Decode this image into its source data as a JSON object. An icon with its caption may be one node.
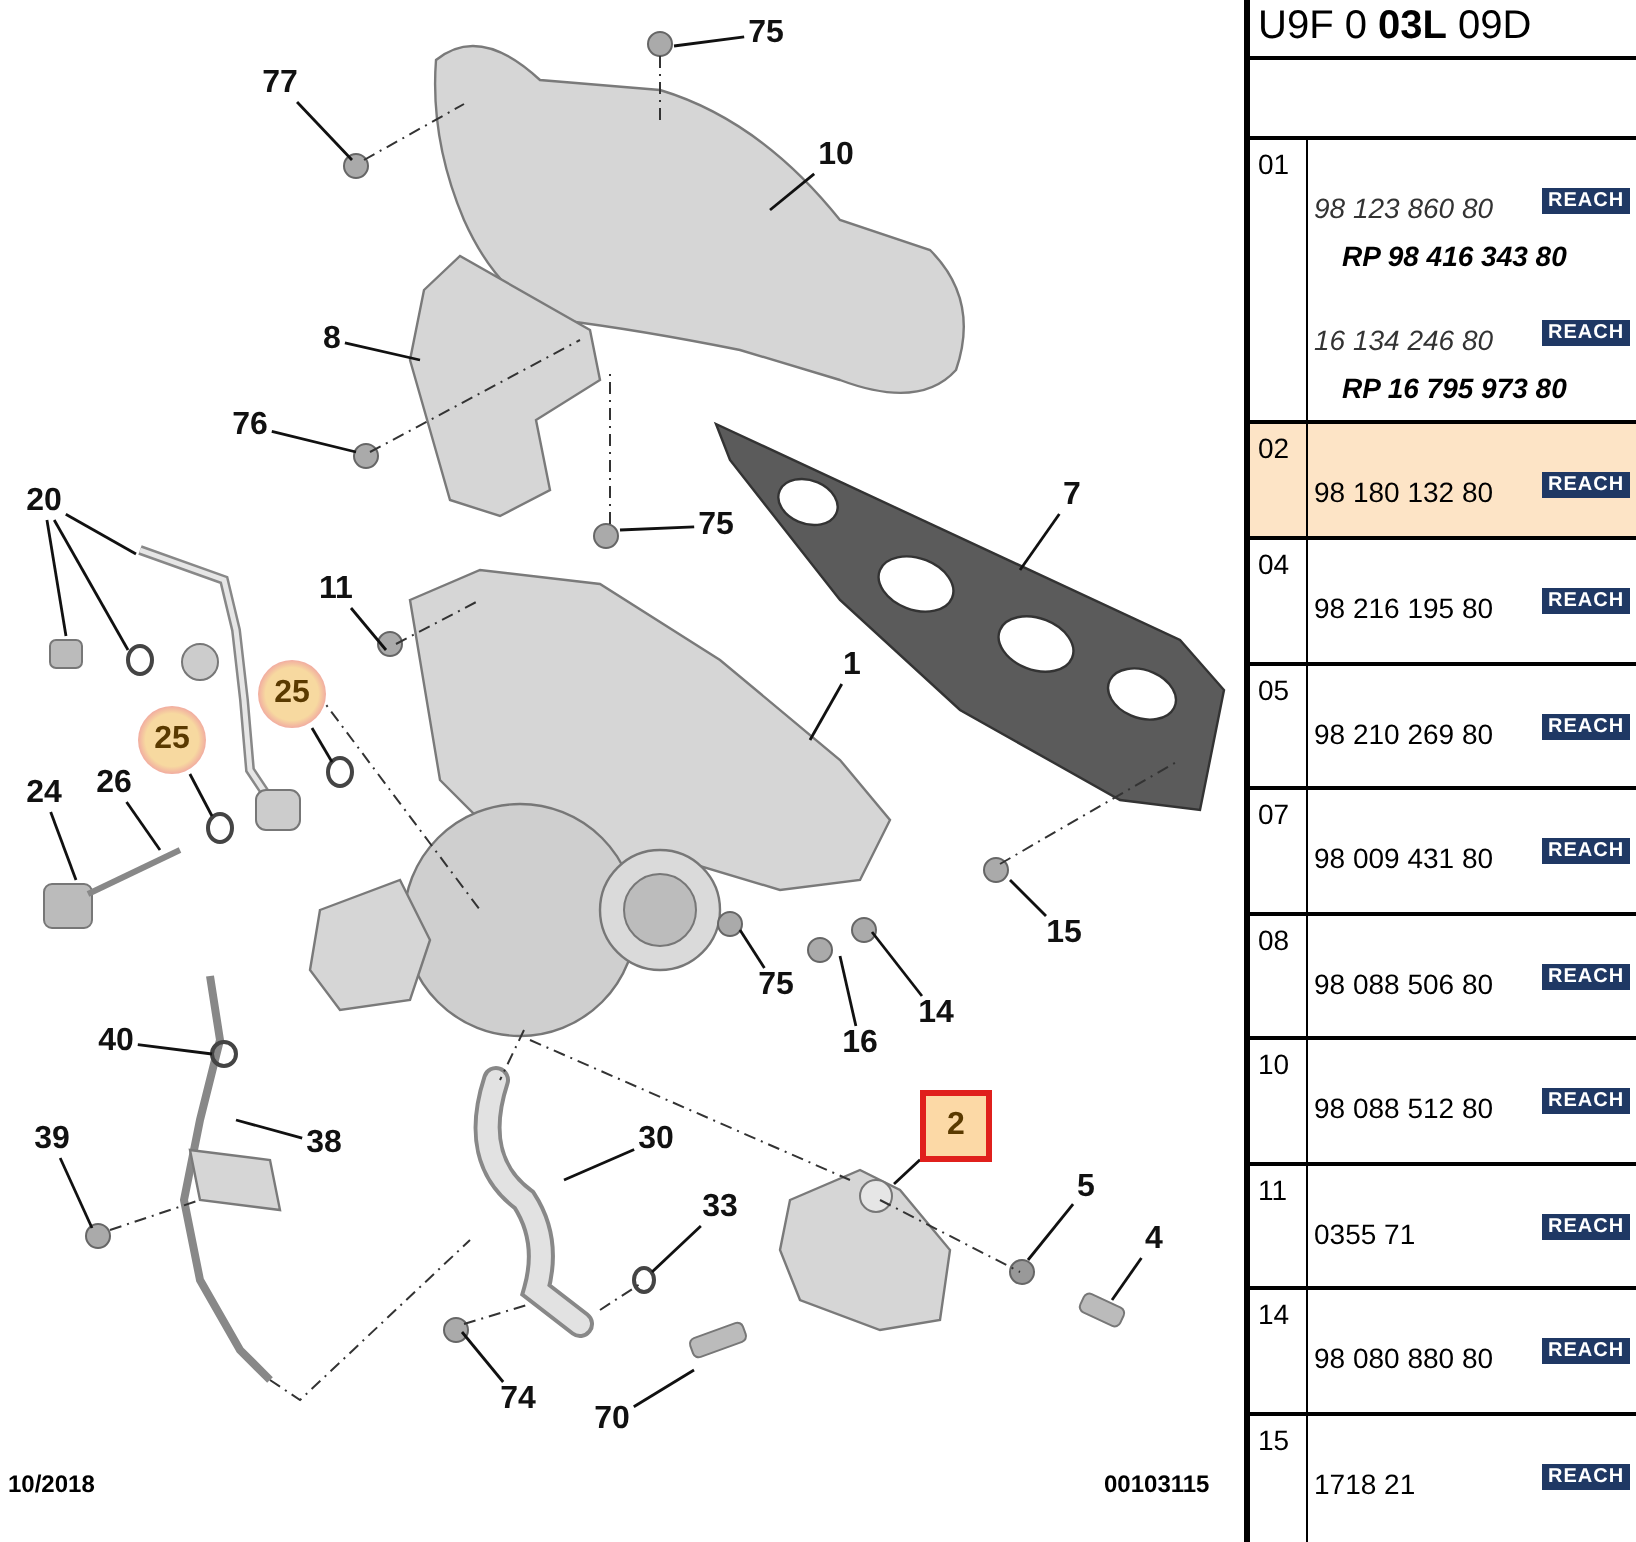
{
  "diagram": {
    "nodes": [
      {
        "text": [
          "77"
        ]
      },
      {
        "text": [
          "75"
        ]
      },
      {
        "text": [
          "10"
        ]
      },
      {
        "text": [
          "8"
        ]
      },
      {
        "text": [
          "76"
        ]
      },
      {
        "text": [
          "75"
        ]
      },
      {
        "text": [
          "7"
        ]
      },
      {
        "text": [
          "20"
        ]
      },
      {
        "text": [
          "11"
        ]
      },
      {
        "text": [
          "1"
        ]
      },
      {
        "text": [
          "25"
        ]
      },
      {
        "text": [
          "25"
        ]
      },
      {
        "text": [
          "24"
        ]
      },
      {
        "text": [
          "26"
        ]
      },
      {
        "text": [
          "75"
        ]
      },
      {
        "text": [
          "15"
        ]
      },
      {
        "text": [
          "14"
        ]
      },
      {
        "text": [
          "16"
        ]
      },
      {
        "text": [
          "40"
        ]
      },
      {
        "text": [
          "2"
        ]
      },
      {
        "text": [
          "39"
        ]
      },
      {
        "text": [
          "38"
        ]
      },
      {
        "text": [
          "30"
        ]
      },
      {
        "text": [
          "33"
        ]
      },
      {
        "text": [
          "5"
        ]
      },
      {
        "text": [
          "4"
        ]
      },
      {
        "text": [
          "74"
        ]
      },
      {
        "text": [
          "70"
        ]
      }
    ],
    "edges": [
      {
        "from": 0,
        "to": null,
        "arrow": "none"
      },
      {
        "from": 1,
        "to": null,
        "arrow": "none"
      },
      {
        "from": 2,
        "to": null,
        "arrow": "none"
      },
      {
        "from": 3,
        "to": null,
        "arrow": "none"
      },
      {
        "from": 4,
        "to": null,
        "arrow": "none"
      },
      {
        "from": 5,
        "to": null,
        "arrow": "none"
      },
      {
        "from": 6,
        "to": null,
        "arrow": "none"
      },
      {
        "from": 7,
        "to": null,
        "arrow": "none"
      },
      {
        "from": 7,
        "to": null,
        "arrow": "none"
      },
      {
        "from": 7,
        "to": null,
        "arrow": "none"
      },
      {
        "from": 8,
        "to": null,
        "arrow": "none"
      },
      {
        "from": 9,
        "to": null,
        "arrow": "none"
      },
      {
        "from": 10,
        "to": null,
        "arrow": "none"
      },
      {
        "from": 11,
        "to": null,
        "arrow": "none"
      },
      {
        "from": 12,
        "to": null,
        "arrow": "none"
      },
      {
        "from": 13,
        "to": null,
        "arrow": "none"
      },
      {
        "from": 14,
        "to": null,
        "arrow": "none"
      },
      {
        "from": 15,
        "to": null,
        "arrow": "none"
      },
      {
        "from": 16,
        "to": null,
        "arrow": "none"
      },
      {
        "from": 17,
        "to": null,
        "arrow": "none"
      },
      {
        "from": 18,
        "to": null,
        "arrow": "none"
      },
      {
        "from": 19,
        "to": null,
        "arrow": "none"
      },
      {
        "from": 20,
        "to": null,
        "arrow": "none"
      },
      {
        "from": 21,
        "to": null,
        "arrow": "none"
      },
      {
        "from": 22,
        "to": null,
        "arrow": "none"
      },
      {
        "from": 23,
        "to": null,
        "arrow": "none"
      },
      {
        "from": 24,
        "to": null,
        "arrow": "none"
      },
      {
        "from": 25,
        "to": null,
        "arrow": "none"
      },
      {
        "from": 26,
        "to": null,
        "arrow": "none"
      },
      {
        "from": 27,
        "to": null,
        "arrow": "none"
      }
    ],
    "labels": [
      "U9F 0 **03L** 09D",
      "01",
      "98 123 860 80",
      "REACH",
      "RP 98 416 343 80",
      "16 134 246 80",
      "REACH",
      "RP 16 795 973 80",
      "02",
      "98 180 132 80",
      "REACH",
      "04",
      "98 216 195 80",
      "REACH",
      "05",
      "98 210 269 80",
      "REACH",
      "07",
      "98 009 431 80",
      "REACH",
      "08",
      "98 088 506 80",
      "REACH",
      "10",
      "98 088 512 80",
      "REACH",
      "11",
      "0355 71",
      "REACH",
      "14",
      "98 080 880 80",
      "REACH",
      "15",
      "1718 21",
      "REACH",
      "10/2018",
      "00103115"
    ]
  }
}
